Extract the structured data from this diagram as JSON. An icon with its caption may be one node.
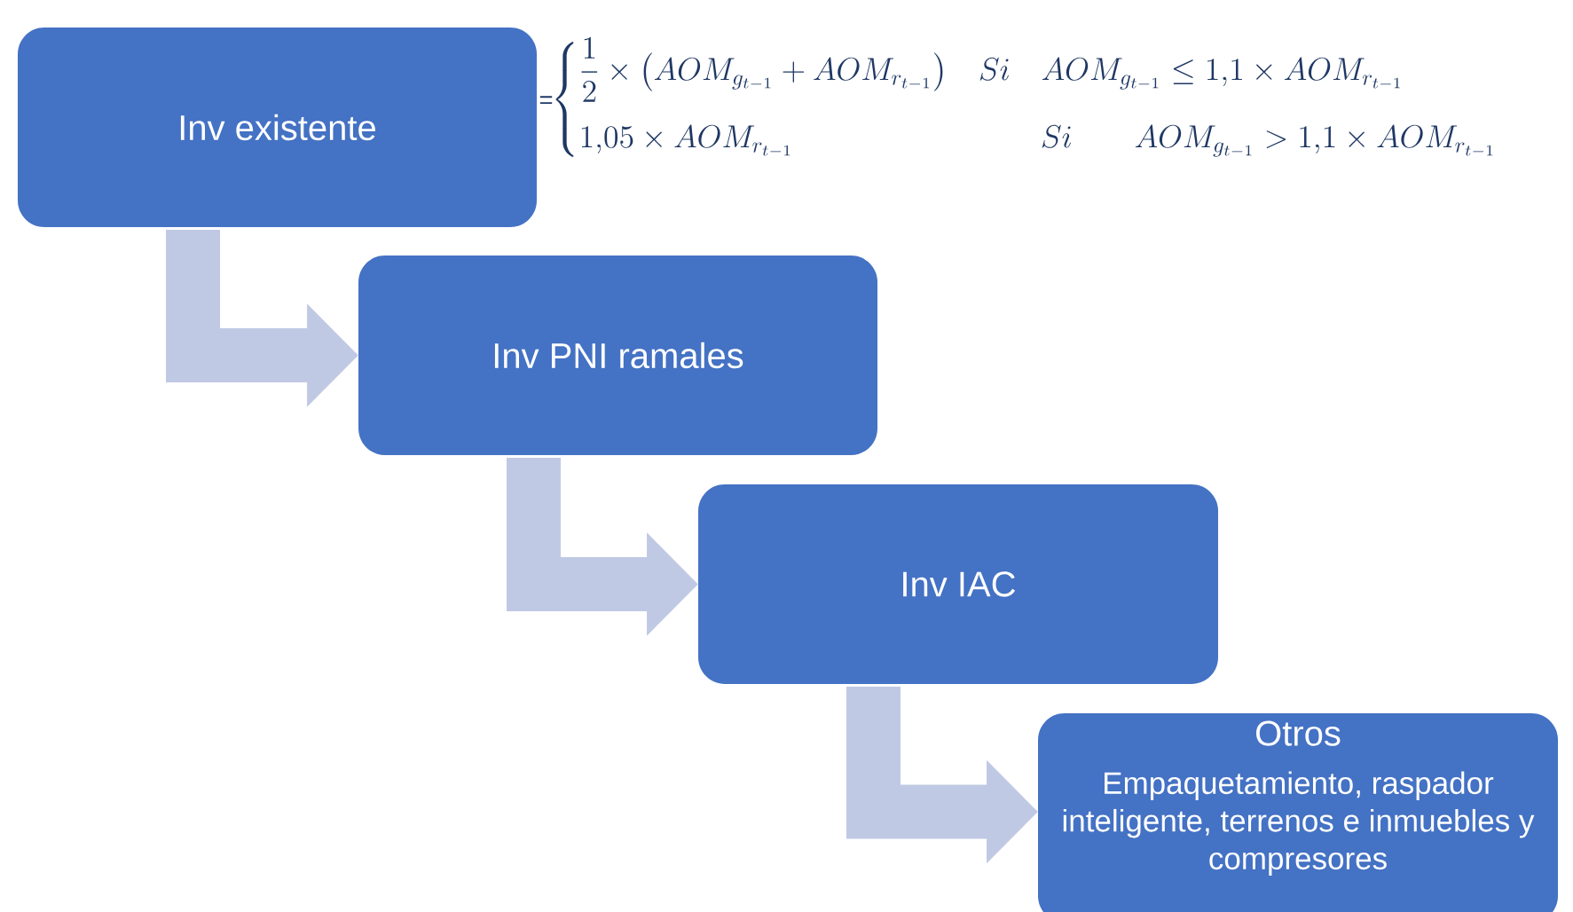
{
  "diagram": {
    "nodes": [
      {
        "text": [
          "Inv existente"
        ]
      },
      {
        "text": [
          "Inv PNI ramales"
        ]
      },
      {
        "text": [
          "Inv IAC"
        ]
      },
      {
        "text": [
          "Otros",
          "Empaquetamiento, raspador inteligente, terrenos e inmuebles y compresores"
        ]
      }
    ],
    "edges": [
      {
        "from": 0,
        "to": 1,
        "arrow": "to"
      },
      {
        "from": 1,
        "to": 2,
        "arrow": "to"
      },
      {
        "from": 2,
        "to": 3,
        "arrow": "to"
      }
    ],
    "labels": [
      "=",
      "\\begin{cases} \\dfrac{1}{2}\\times\\left(AOM_{g_{t-1}}+AOM_{r_{t-1}}\\right) & Si\\quad AOM_{g_{t-1}}\\le 1{,}1\\times AOM_{r_{t-1}} \\\\[10pt] 1{,}05\\times AOM_{r_{t-1}} & \\qquad Si\\qquad AOM_{g_{t-1}}>1{,}1\\times AOM_{r_{t-1}} \\end{cases}"
    ]
  }
}
